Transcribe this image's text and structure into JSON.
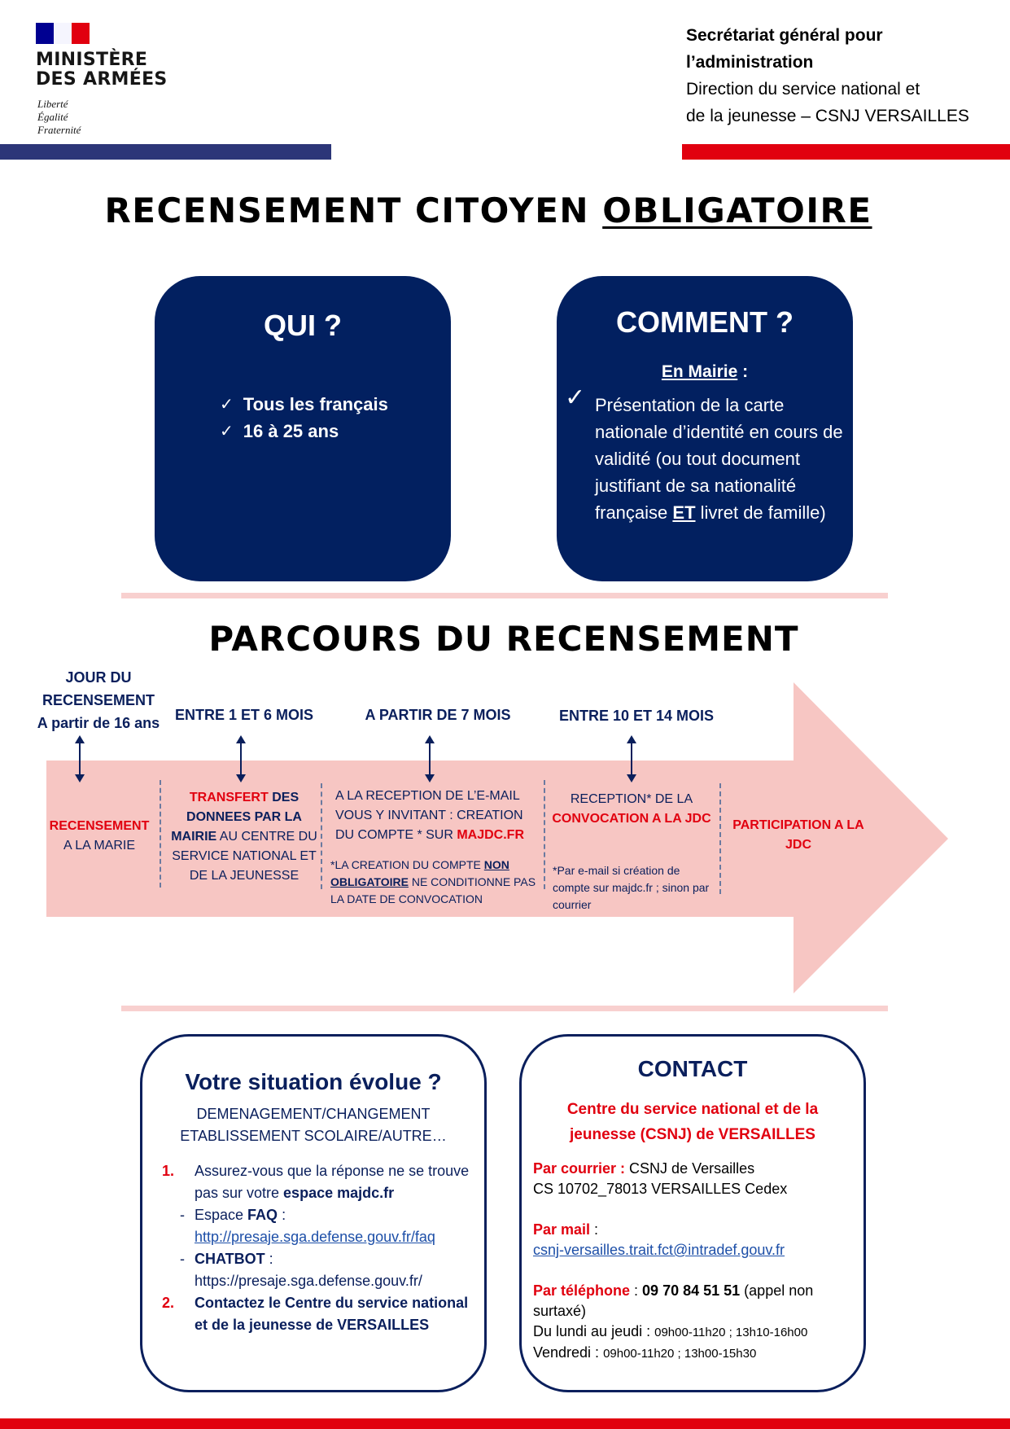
{
  "header": {
    "ministry_line1": "MINISTÈRE",
    "ministry_line2": "DES ARMÉES",
    "motto": [
      "Liberté",
      "Égalité",
      "Fraternité"
    ],
    "org_line1": "Secrétariat général pour",
    "org_line2": "l’administration",
    "org_line3": "Direction du service national et",
    "org_line4": "de la jeunesse – CSNJ VERSAILLES"
  },
  "title": {
    "part1": "RECENSEMENT CITOYEN ",
    "part2": "OBLIGATOIRE"
  },
  "qui": {
    "heading": "QUI ?",
    "items": [
      "Tous les français",
      "16 à 25 ans"
    ]
  },
  "comment": {
    "heading": "COMMENT ?",
    "place": "En Mairie",
    "place_suffix": ":",
    "text_part1": "Présentation de la carte nationale d’identité en cours de validité (ou tout document justifiant de sa nationalité française ",
    "text_et": "ET",
    "text_part2": " livret de famille)"
  },
  "parcours": {
    "title": "PARCOURS DU RECENSEMENT",
    "steps": [
      {
        "label": [
          "JOUR DU",
          "RECENSEMENT",
          "A partir de 16 ans"
        ],
        "red": "RECENSEMENT",
        "text": "A LA MARIE"
      },
      {
        "label": [
          "ENTRE 1 ET 6 MOIS"
        ],
        "red": "TRANSFERT",
        "bold": " DES DONNEES PAR LA MAIRIE",
        "text": " AU CENTRE DU SERVICE NATIONAL ET DE LA JEUNESSE"
      },
      {
        "label": [
          "A PARTIR DE 7 MOIS"
        ],
        "text": "A LA RECEPTION DE L’E-MAIL VOUS Y INVITANT : CREATION DU COMPTE * SUR ",
        "red": "MAJDC.FR",
        "note_part1": "*LA CREATION DU COMPTE ",
        "note_bold": "NON OBLIGATOIRE",
        "note_part2": " NE CONDITIONNE PAS LA DATE DE CONVOCATION"
      },
      {
        "label": [
          "ENTRE 10 ET 14 MOIS"
        ],
        "text": "RECEPTION* DE LA",
        "red": "CONVOCATION A LA JDC",
        "note": "*Par e-mail si création de compte sur majdc.fr ; sinon par courrier"
      },
      {
        "red": "PARTICIPATION A LA JDC"
      }
    ]
  },
  "situation": {
    "title": "Votre situation évolue ?",
    "subtitle_line1": "DEMENAGEMENT/CHANGEMENT",
    "subtitle_line2": "ETABLISSEMENT SCOLAIRE/AUTRE…",
    "item1_num": "1.",
    "item1_text": "Assurez-vous que la réponse ne se trouve pas sur votre ",
    "item1_bold": "espace majdc.fr",
    "faq_label_pre": "Espace ",
    "faq_label_bold": "FAQ",
    "faq_label_post": " :",
    "faq_url": "http://presaje.sga.defense.gouv.fr/faq",
    "chatbot_label": "CHATBOT",
    "chatbot_post": " :",
    "chatbot_url": "https://presaje.sga.defense.gouv.fr/",
    "item2_num": "2.",
    "item2_text": "Contactez le Centre du service national et de la jeunesse de VERSAILLES"
  },
  "contact": {
    "title": "CONTACT",
    "center_line1": "Centre du service national et de la",
    "center_line2": "jeunesse (CSNJ) de VERSAILLES",
    "mail_label": "Par courrier :",
    "mail_line1": " CSNJ de Versailles",
    "mail_line2": "CS 10702_78013 VERSAILLES Cedex",
    "email_label": "Par mail",
    "email_post": " :",
    "email": "csnj-versailles.trait.fct@intradef.gouv.fr",
    "phone_label": "Par téléphone",
    "phone_sep": " : ",
    "phone_number": "09 70 84 51 51",
    "phone_note": " (appel non surtaxé)",
    "hours1_label": "Du lundi au jeudi : ",
    "hours1": "09h00-11h20 ; 13h10-16h00",
    "hours2_label": "Vendredi : ",
    "hours2": "09h00-11h20 ; 13h00-15h30"
  },
  "colors": {
    "navy": "#022060",
    "red": "#e1000f",
    "pink": "#f7c6c3",
    "pale_pink": "#f8d0cf"
  }
}
